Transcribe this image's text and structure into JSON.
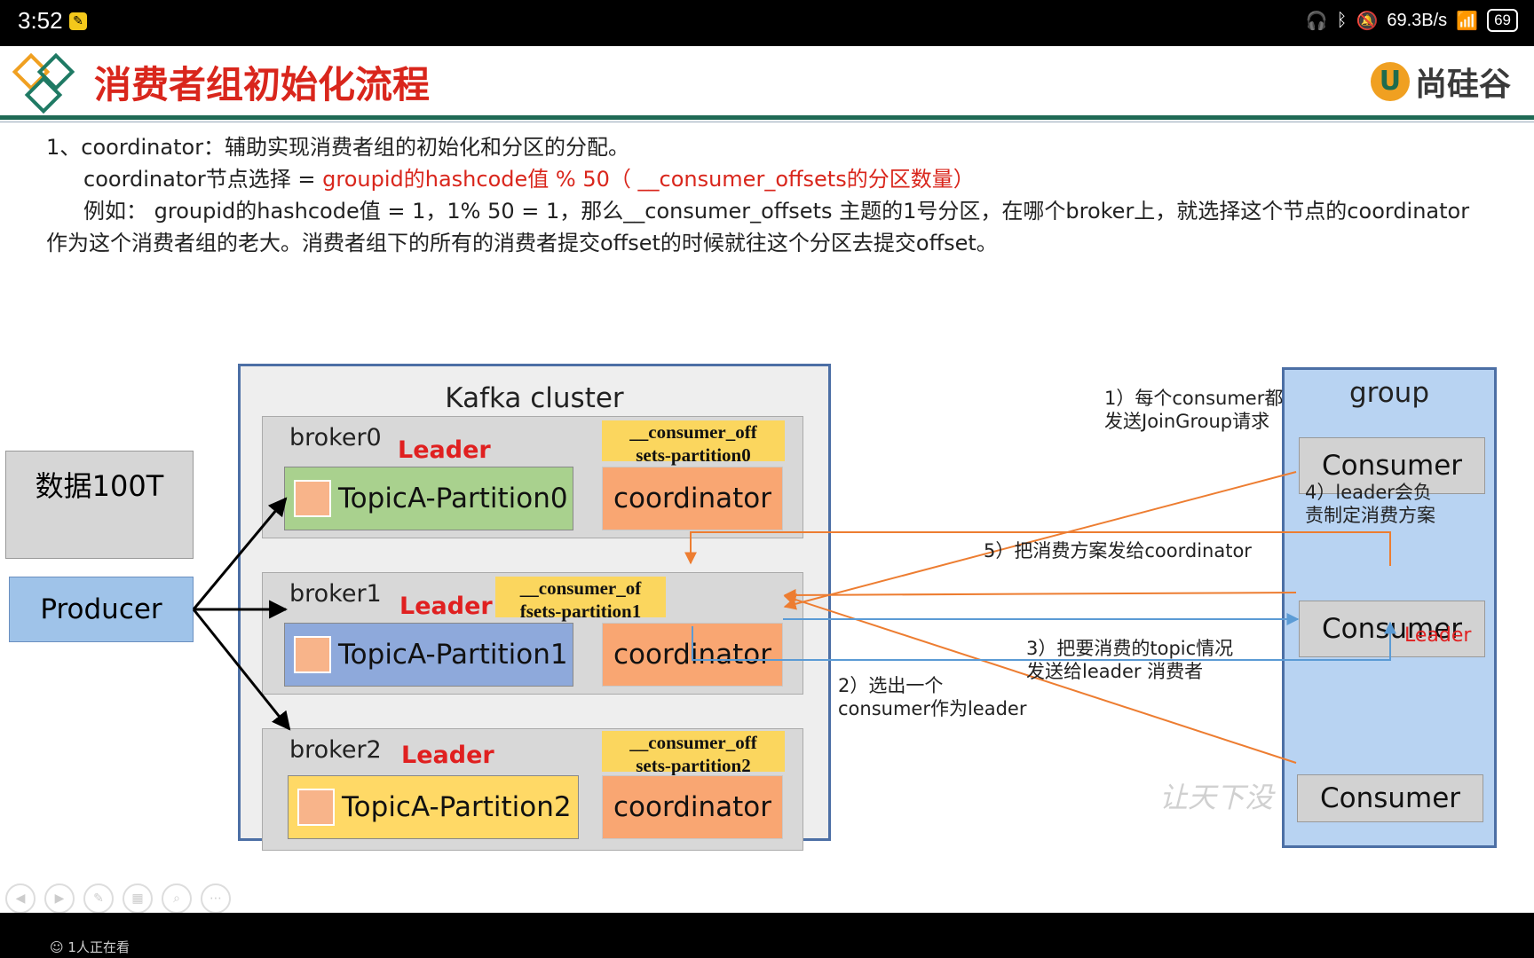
{
  "status": {
    "time": "3:52",
    "network_speed": "69.3B/s",
    "battery": "69",
    "icons": [
      "headphones-icon",
      "bluetooth-icon",
      "mute-icon",
      "wifi-icon",
      "battery-icon"
    ]
  },
  "slide": {
    "title": "消费者组初始化流程",
    "brand": "尚硅谷",
    "line1": "1、coordinator：辅助实现消费者组的初始化和分区的分配。",
    "line2_black": "coordinator节点选择 = ",
    "line2_red": "groupid的hashcode值 % 50（ __consumer_offsets的分区数量）",
    "line3": "例如： groupid的hashcode值 = 1，1% 50 = 1，那么__consumer_offsets 主题的1号分区，在哪个broker上，就选择这个节点的coordinator",
    "line4": "作为这个消费者组的老大。消费者组下的所有的消费者提交offset的时候就往这个分区去提交offset。",
    "watermark": "让天下没"
  },
  "diagram": {
    "cluster_title": "Kafka cluster",
    "data_box": "数据100T",
    "producer": "Producer",
    "leader_label": "Leader",
    "coordinator_label": "coordinator",
    "brokers": [
      {
        "name": "broker0",
        "partition": "TopicA-Partition0",
        "offsets_l1": "__consumer_off",
        "offsets_l2": "sets-partition0"
      },
      {
        "name": "broker1",
        "partition": "TopicA-Partition1",
        "offsets_l1": "__consumer_of",
        "offsets_l2": "fsets-partition1"
      },
      {
        "name": "broker2",
        "partition": "TopicA-Partition2",
        "offsets_l1": "__consumer_off",
        "offsets_l2": "sets-partition2"
      }
    ],
    "group_title": "group",
    "consumer_label": "Consumer",
    "consumer_leader": "Leader",
    "steps": {
      "s1_l1": "1）每个consumer都",
      "s1_l2": "发送JoinGroup请求",
      "s2_l1": "2）选出一个",
      "s2_l2": "consumer作为leader",
      "s3_l1": "3）把要消费的topic情况",
      "s3_l2": "发送给leader 消费者",
      "s4_l1": "4）leader会负",
      "s4_l2": "责制定消费方案",
      "s5": "5）把消费方案发给coordinator"
    }
  },
  "player": {
    "viewers": "1人正在看",
    "buttons": [
      "prev-icon",
      "next-icon",
      "pen-icon",
      "grid-icon",
      "zoom-icon",
      "more-icon"
    ]
  }
}
